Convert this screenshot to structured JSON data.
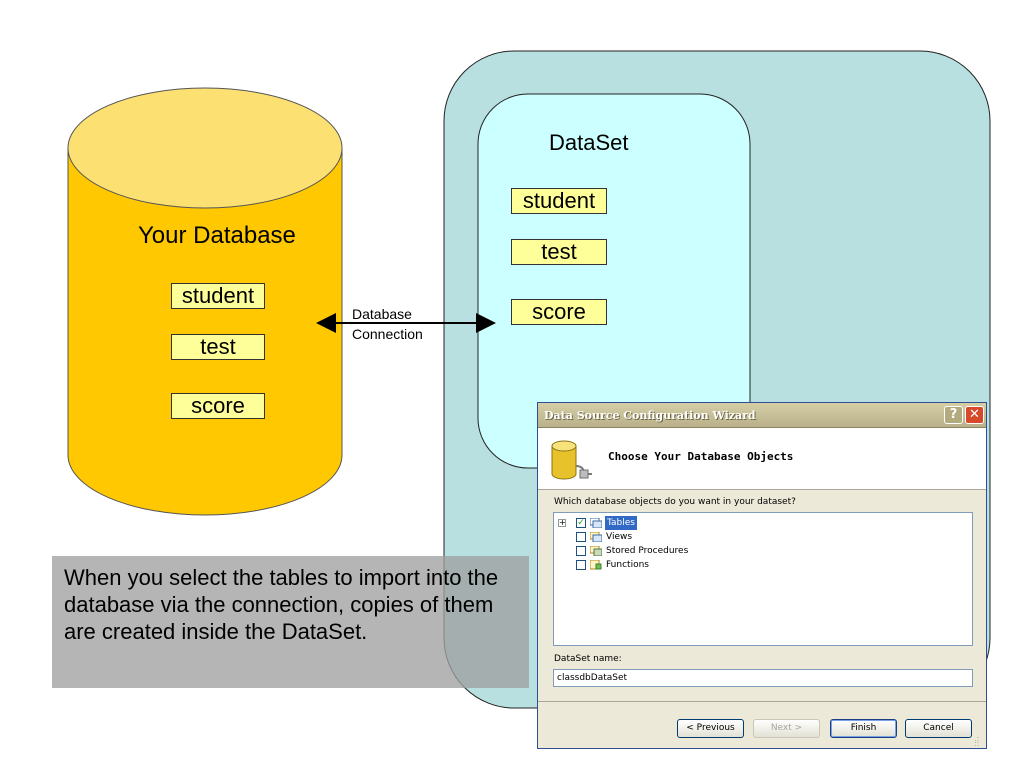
{
  "database": {
    "title": "Your Database",
    "tables": [
      "student",
      "test",
      "score"
    ]
  },
  "connection": {
    "label_line1": "Database",
    "label_line2": "Connection"
  },
  "dataset": {
    "title": "DataSet",
    "tables": [
      "student",
      "test",
      "score"
    ]
  },
  "caption": {
    "text": "When you select the tables to import into the database via the connection, copies of them are created inside the DataSet."
  },
  "wizard": {
    "window_title": "Data Source Configuration Wizard",
    "help_glyph": "?",
    "close_glyph": "✕",
    "header_title": "Choose Your Database Objects",
    "question": "Which database objects do you want in your dataset?",
    "tree": [
      {
        "label": "Tables",
        "checked": true,
        "selected": true,
        "expandable": true
      },
      {
        "label": "Views",
        "checked": false,
        "selected": false
      },
      {
        "label": "Stored Procedures",
        "checked": false,
        "selected": false
      },
      {
        "label": "Functions",
        "checked": false,
        "selected": false
      }
    ],
    "dataset_name_label": "DataSet name:",
    "dataset_name_value": "classdbDataSet",
    "buttons": {
      "previous": "< Previous",
      "next": "Next >",
      "finish": "Finish",
      "cancel": "Cancel"
    }
  },
  "colors": {
    "cylinder": "#ffc800",
    "cylinder_top": "#fde072",
    "outer_panel": "#b8e0e0",
    "inner_panel": "#ccffff",
    "table_label_bg": "#ffff99"
  }
}
